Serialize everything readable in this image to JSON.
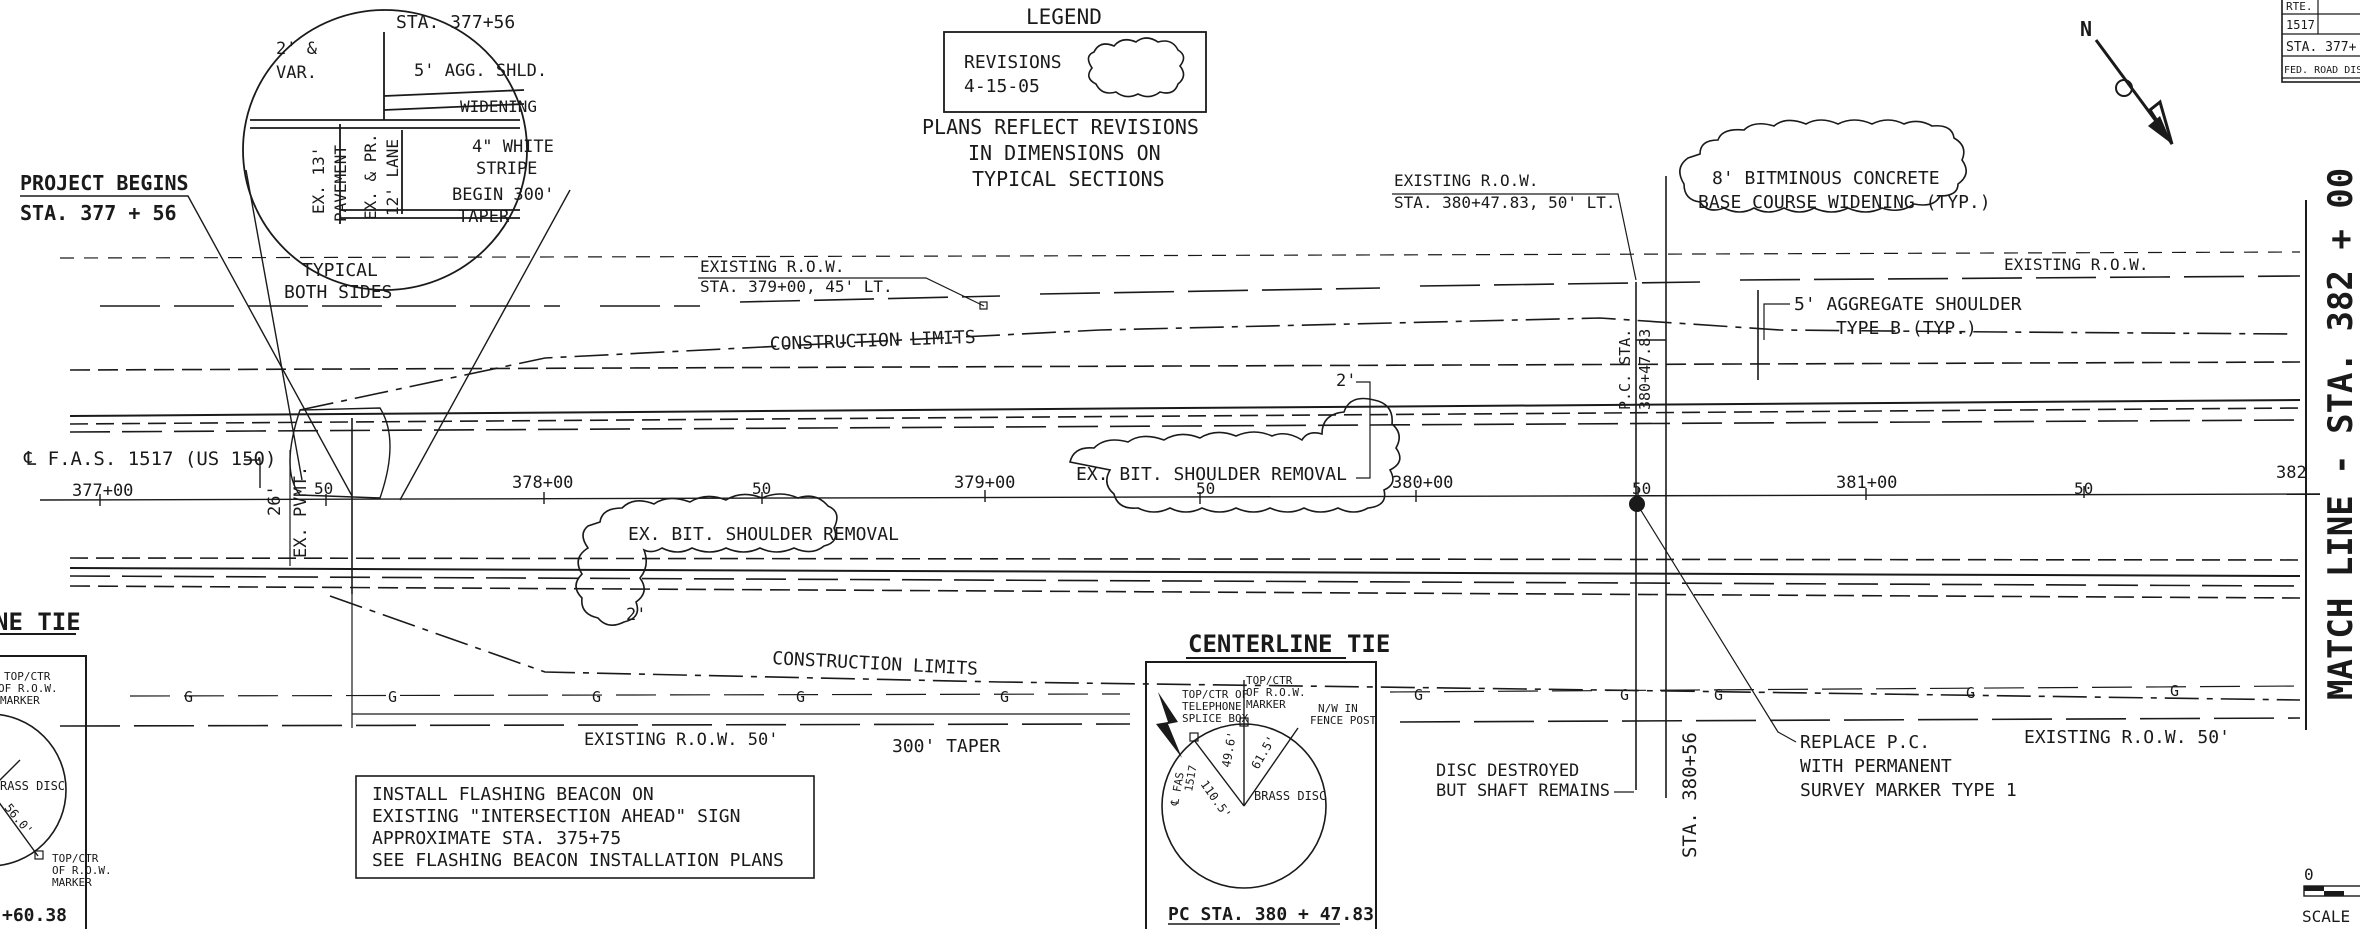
{
  "legend": {
    "title": "LEGEND",
    "revision_label": "REVISIONS",
    "revision_date": "4-15-05",
    "note_lines": [
      "PLANS REFLECT REVISIONS",
      "IN DIMENSIONS ON",
      "TYPICAL SECTIONS"
    ]
  },
  "title_block": {
    "rte_label": "RTE.",
    "rte_value": "1517",
    "station": "STA. 377+",
    "fed_road": "FED. ROAD DIS"
  },
  "project_begins": {
    "title": "PROJECT BEGINS",
    "station": "STA. 377 + 56"
  },
  "detail_bubble": {
    "sta": "STA. 377+56",
    "width_lines": [
      "2' &",
      "VAR."
    ],
    "shoulder": "5' AGG. SHLD.",
    "widening": "WIDENING",
    "stripe_lines": [
      "4\" WHITE",
      "STRIPE"
    ],
    "taper_lines": [
      "BEGIN 300'",
      "TAPER"
    ],
    "pavement_lines": [
      "EX. 13'",
      "PAVEMENT"
    ],
    "lane_lines": [
      "EX. & PR.",
      "12' LANE"
    ],
    "caption_lines": [
      "TYPICAL",
      "BOTH SIDES"
    ]
  },
  "roadway": {
    "centerline_label": "℄ F.A.S. 1517 (US 150)",
    "stations": [
      "377+00",
      "378+00",
      "379+00",
      "380+00",
      "381+00",
      "382"
    ],
    "half_mark": "50",
    "ex_pvmt": "EX. PVMT.",
    "ex_pvmt_width": "26'"
  },
  "annotations": {
    "existing_row_1": "EXISTING R.O.W.",
    "existing_row_1_sta": "STA. 379+00, 45' LT.",
    "existing_row_2": "EXISTING R.O.W.",
    "existing_row_2_sta": "STA. 380+47.83, 50' LT.",
    "existing_row_3": "EXISTING R.O.W.",
    "existing_row_bottom": "EXISTING R.O.W. 50'",
    "existing_row_bottom_right": "EXISTING R.O.W. 50'",
    "construction_limits": "CONSTRUCTION LIMITS",
    "bit_concrete_lines": [
      "8' BITMINOUS CONCRETE",
      "BASE COURSE WIDENING (TYP.)"
    ],
    "agg_shoulder_lines": [
      "5' AGGREGATE SHOULDER",
      "TYPE B (TYP.)"
    ],
    "shoulder_removal": "EX. BIT. SHOULDER REMOVAL",
    "two_ft": "2'",
    "pc_sta": "P.C. STA.",
    "pc_sta_value": "380+47.83",
    "taper": "300' TAPER",
    "disc_lines": [
      "DISC DESTROYED",
      "BUT SHAFT REMAINS"
    ],
    "sta_vertical": "STA. 380+56",
    "replace_lines": [
      "REPLACE P.C.",
      "WITH PERMANENT",
      "SURVEY MARKER TYPE 1"
    ],
    "beacon_lines": [
      "INSTALL FLASHING BEACON ON",
      "EXISTING \"INTERSECTION AHEAD\" SIGN",
      "APPROXIMATE STA. 375+75",
      "SEE FLASHING BEACON INSTALLATION PLANS"
    ],
    "gas_marker": "G"
  },
  "centerline_tie": {
    "title": "CENTERLINE TIE",
    "telephone_lines": [
      "TOP/CTR OF",
      "TELEPHONE",
      "SPLICE BOX"
    ],
    "row_marker_lines": [
      "TOP/CTR",
      "OF R.O.W.",
      "MARKER"
    ],
    "fence_lines": [
      "N/W IN",
      "FENCE POST"
    ],
    "brass_disc": "BRASS DISC",
    "fas_lines": [
      "℄ FAS",
      "1517"
    ],
    "dims": [
      "110.5'",
      "49.6'",
      "61.5'"
    ],
    "footer": "PC STA. 380 + 47.83"
  },
  "left_tie": {
    "title": "NE TIE",
    "top_marker_lines": [
      "TOP/CTR",
      "OF R.O.W.",
      "MARKER"
    ],
    "brass_disc": "RASS DISC",
    "dim": "56.0'",
    "bottom_marker_lines": [
      "TOP/CTR",
      "OF R.O.W.",
      "MARKER"
    ],
    "footer": "+60.38"
  },
  "match_line": "MATCH LINE - STA. 382 + 00",
  "scale": {
    "zero": "0",
    "label": "SCALE"
  },
  "north_label": "N"
}
